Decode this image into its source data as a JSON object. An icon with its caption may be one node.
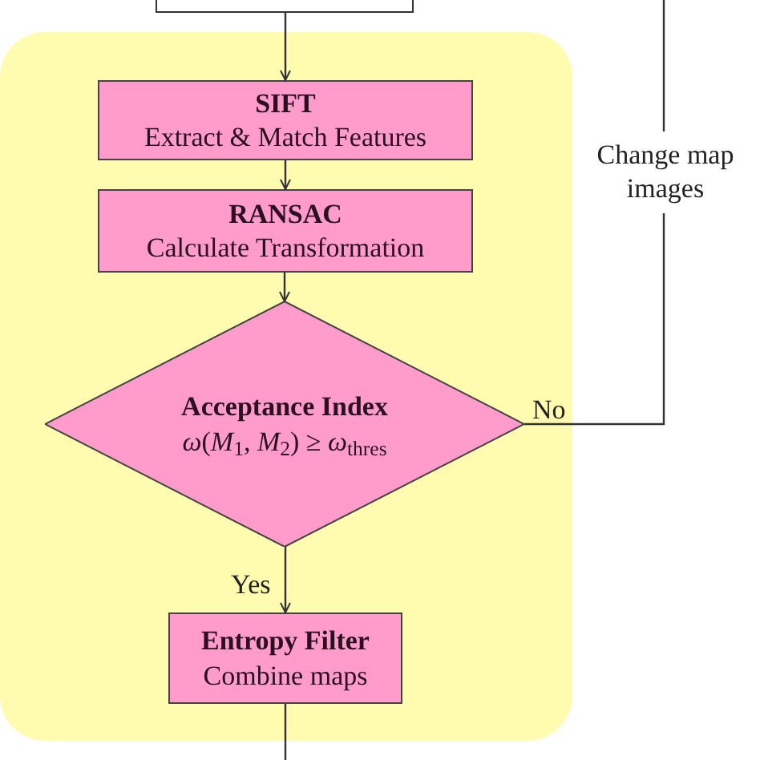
{
  "diagram": {
    "nodes": [
      {
        "text": [],
        "shape": "box"
      },
      {
        "text": [],
        "shape": "box"
      },
      {
        "text": [
          "SIFT",
          "Extract & Match Features"
        ],
        "in": 1
      },
      {
        "text": [
          "RANSAC",
          "Calculate Transformation"
        ],
        "in": 1
      },
      {
        "text": [
          "Acceptance Index",
          "*ω*(*M*$_{1}$, *M*$_{2}$) ≥ *ω*$_{thres}$"
        ],
        "in": 1
      },
      {
        "text": [
          "Entropy Filter",
          "Combine maps"
        ],
        "in": 1
      }
    ],
    "edges": [
      {
        "from": 0,
        "to": 2,
        "arrow": "to"
      },
      {
        "from": 2,
        "to": 3,
        "arrow": "to"
      },
      {
        "from": 3,
        "to": 4,
        "arrow": "to"
      },
      {
        "from": 4,
        "to": 5,
        "arrow": "to",
        "label": "Yes"
      },
      {
        "from": 4,
        "to": null,
        "arrow": "none",
        "label": "No"
      },
      {
        "from": 5,
        "to": null,
        "arrow": "none"
      }
    ],
    "labels": [
      "Change map images"
    ]
  }
}
